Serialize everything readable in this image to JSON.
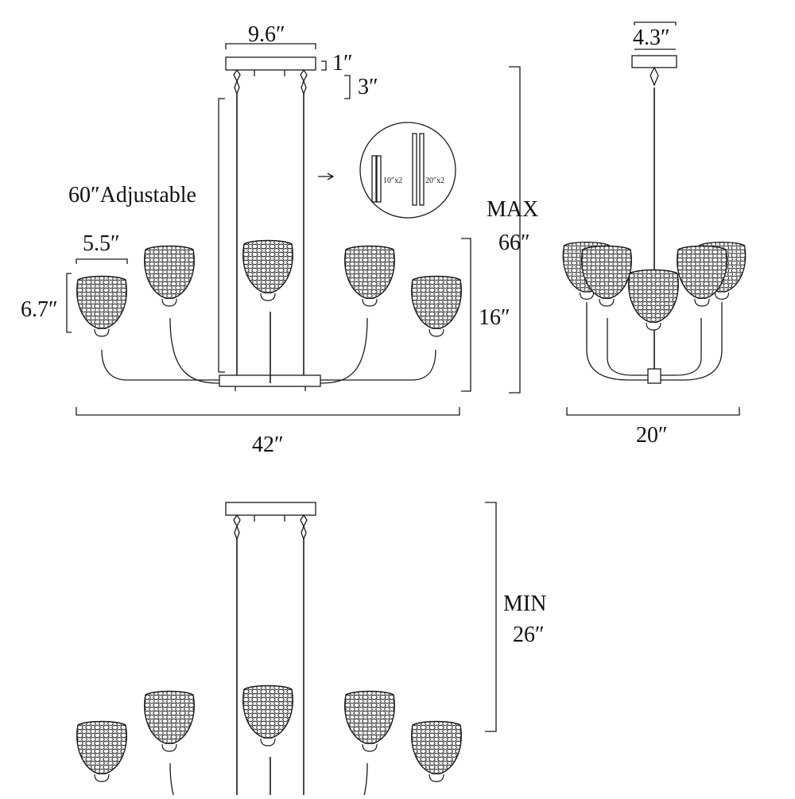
{
  "colors": {
    "line": "#1a1a1a",
    "shade_fill": "#ffffff",
    "shade_hatch": "#222222"
  },
  "max_view": {
    "canopy_width": "9.6″",
    "canopy_height": "1″",
    "mount_height": "3″",
    "rod_length": "60″Adjustable",
    "shade_width": "5.5″",
    "shade_height": "6.7″",
    "body_height": "16″",
    "total_width": "42″",
    "max_label": "MAX",
    "max_value": "66″",
    "rods_detail": {
      "short": "10″x2",
      "long": "20″x2"
    }
  },
  "side_view": {
    "canopy_depth": "4.3″",
    "depth": "20″"
  },
  "min_view": {
    "min_label": "MIN",
    "min_value": "26″"
  }
}
